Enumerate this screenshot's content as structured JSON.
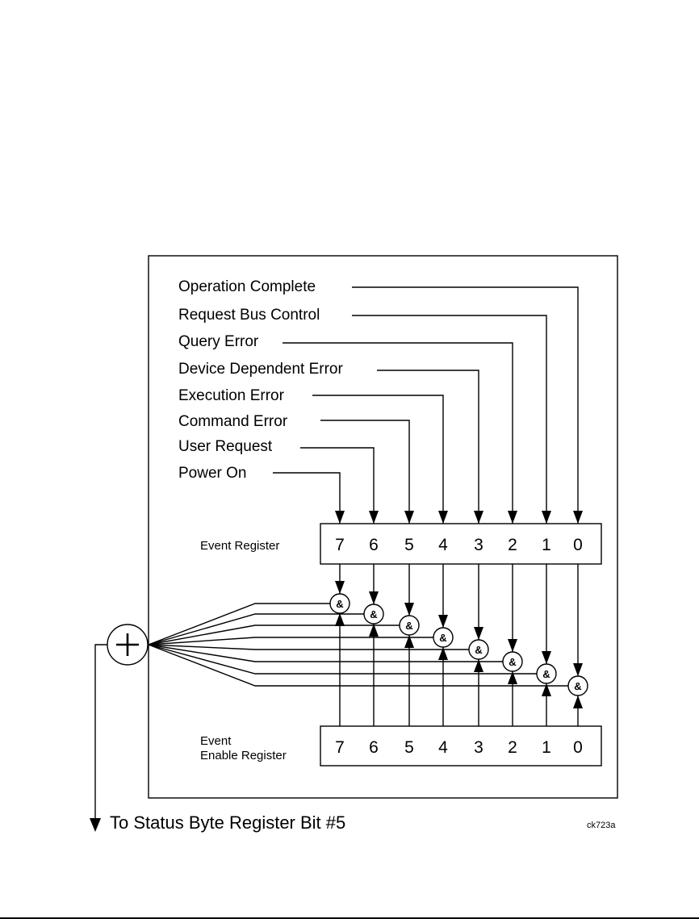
{
  "diagram": {
    "title": "Standard Event Status Register",
    "event_bits": [
      {
        "bit": 0,
        "label": "Operation Complete"
      },
      {
        "bit": 1,
        "label": "Request Bus Control"
      },
      {
        "bit": 2,
        "label": "Query Error"
      },
      {
        "bit": 3,
        "label": "Device Dependent Error"
      },
      {
        "bit": 4,
        "label": "Execution Error"
      },
      {
        "bit": 5,
        "label": "Command Error"
      },
      {
        "bit": 6,
        "label": "User Request"
      },
      {
        "bit": 7,
        "label": "Power On"
      }
    ],
    "event_register": {
      "label": "Event Register",
      "bits": [
        "7",
        "6",
        "5",
        "4",
        "3",
        "2",
        "1",
        "0"
      ]
    },
    "enable_register": {
      "label_line1": "Event",
      "label_line2": "Enable Register",
      "bits": [
        "7",
        "6",
        "5",
        "4",
        "3",
        "2",
        "1",
        "0"
      ]
    },
    "and_gate_symbol": "&",
    "or_gate_symbol": "+",
    "output_label": "To Status Byte Register Bit #5",
    "figure_ref": "ck723a"
  }
}
